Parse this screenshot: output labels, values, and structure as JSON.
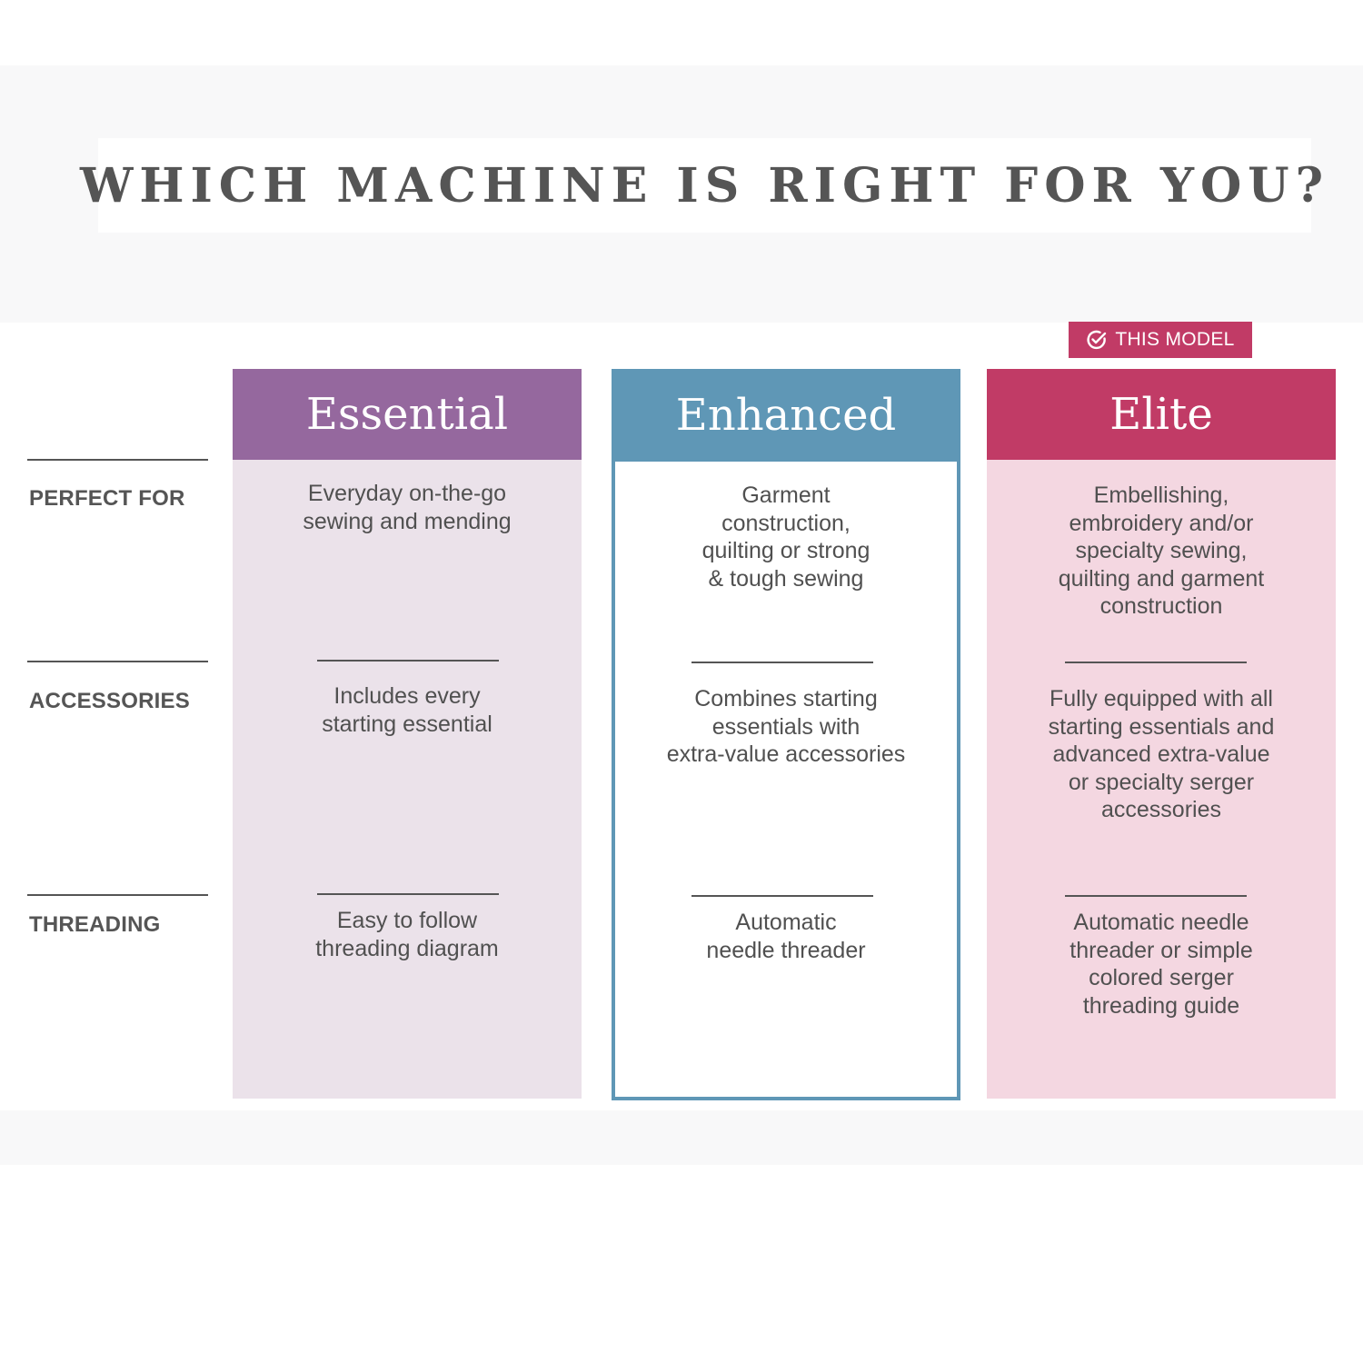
{
  "title": "WHICH MACHINE IS RIGHT FOR YOU?",
  "badge": {
    "label": "THIS MODEL",
    "icon": "check-circle-icon",
    "color": "#c13b66"
  },
  "rows": [
    {
      "label": "PERFECT FOR"
    },
    {
      "label": "ACCESSORIES"
    },
    {
      "label": "THREADING"
    }
  ],
  "columns": [
    {
      "name": "Essential",
      "header_color": "#95689e",
      "body_color": "#ebe2ea",
      "perfect_for": [
        "Everyday on-the-go",
        "sewing and mending"
      ],
      "accessories": [
        "Includes every",
        "starting essential"
      ],
      "threading": [
        "Easy to follow",
        "threading diagram"
      ]
    },
    {
      "name": "Enhanced",
      "header_color": "#5f97b6",
      "body_color": "#ffffff",
      "perfect_for": [
        "Garment",
        "construction,",
        "quilting or strong",
        "& tough sewing"
      ],
      "accessories": [
        "Combines starting",
        "essentials with",
        "extra-value accessories"
      ],
      "threading": [
        "Automatic",
        "needle threader"
      ]
    },
    {
      "name": "Elite",
      "header_color": "#c13b66",
      "body_color": "#f4d7e1",
      "perfect_for": [
        "Embellishing,",
        "embroidery and/or",
        "specialty sewing,",
        "quilting and garment",
        "construction"
      ],
      "accessories": [
        "Fully equipped with all",
        "starting essentials and",
        "advanced extra-value",
        "or specialty serger",
        "accessories"
      ],
      "threading": [
        "Automatic needle",
        "threader or simple",
        "colored serger",
        "threading guide"
      ]
    }
  ]
}
